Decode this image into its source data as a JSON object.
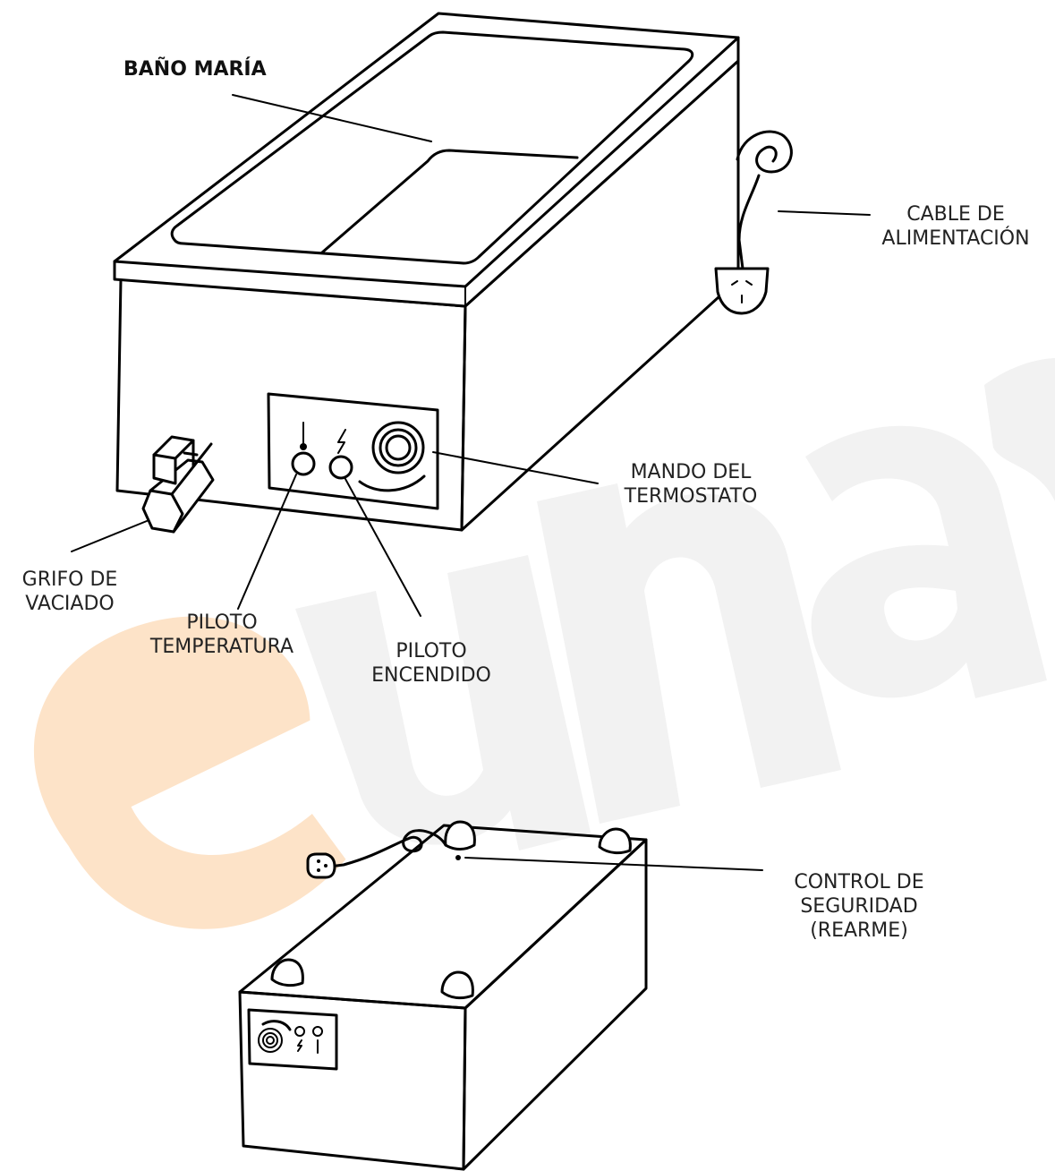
{
  "brand": {
    "watermark": "eunasa",
    "colors": {
      "watermark_grey": "#f2f2f2",
      "watermark_orange": "#fde3c8",
      "line": "#000000",
      "text": "#222222"
    }
  },
  "labels": {
    "bano": {
      "line1": "BAÑO MARÍA"
    },
    "cable": {
      "line1": "CABLE DE",
      "line2": "ALIMENTACIÓN"
    },
    "mando": {
      "line1": "MANDO DEL",
      "line2": "TERMOSTATO"
    },
    "grifo": {
      "line1": "GRIFO DE",
      "line2": "VACIADO"
    },
    "piloto_temp": {
      "line1": "PILOTO",
      "line2": "TEMPERATURA"
    },
    "piloto_enc": {
      "line1": "PILOTO",
      "line2": "ENCENDIDO"
    },
    "control": {
      "line1": "CONTROL DE",
      "line2": "SEGURIDAD",
      "line3": "(REARME)"
    }
  },
  "icons": {
    "thermometer": "thermometer-icon",
    "power": "lightning-icon",
    "knob": "thermostat-knob-icon",
    "plug": "plug-icon",
    "tap": "drain-tap-icon"
  }
}
